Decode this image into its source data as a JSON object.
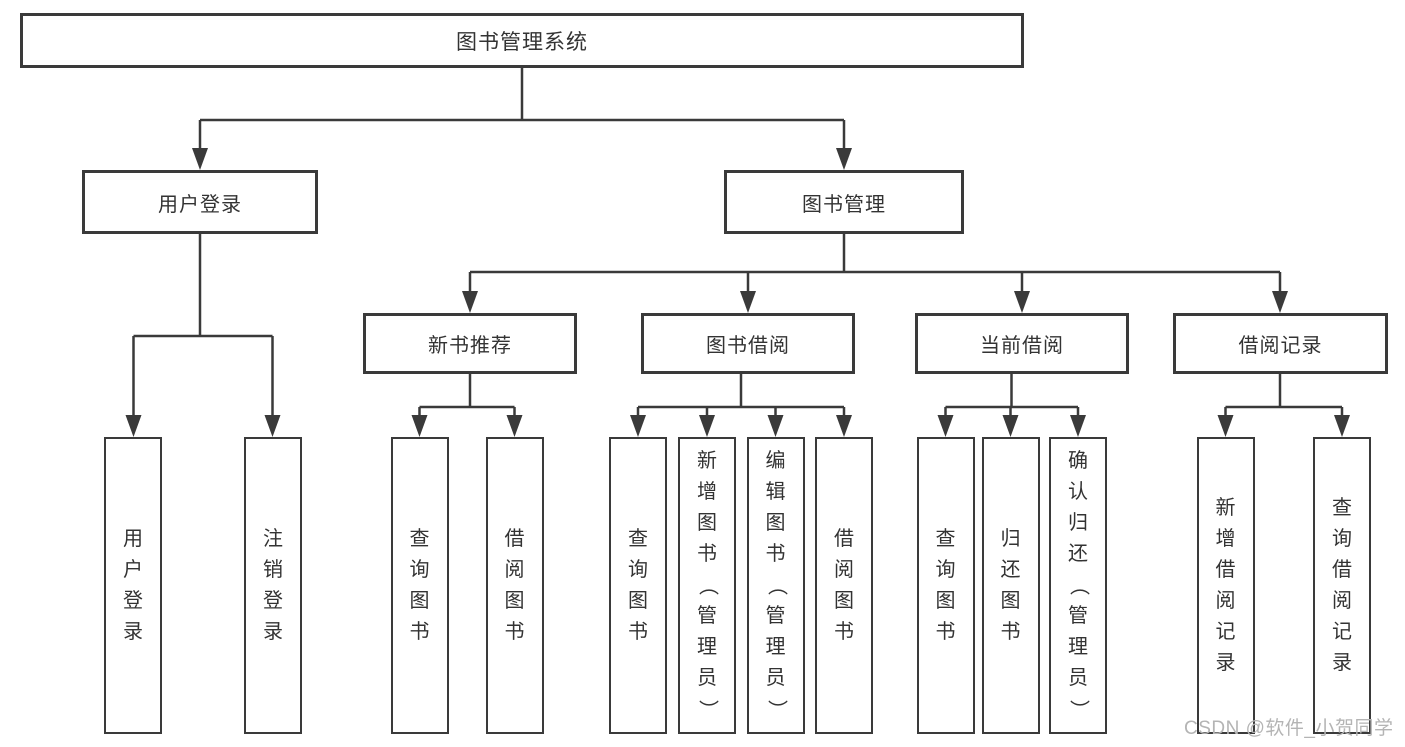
{
  "diagram": {
    "root": {
      "label": "图书管理系统",
      "children": [
        {
          "label": "用户登录",
          "children": [
            {
              "label": "用户登录"
            },
            {
              "label": "注销登录"
            }
          ]
        },
        {
          "label": "图书管理",
          "children": [
            {
              "label": "新书推荐",
              "children": [
                {
                  "label": "查询图书"
                },
                {
                  "label": "借阅图书"
                }
              ]
            },
            {
              "label": "图书借阅",
              "children": [
                {
                  "label": "查询图书"
                },
                {
                  "label": "新增图书（管理员）"
                },
                {
                  "label": "编辑图书（管理员）"
                },
                {
                  "label": "借阅图书"
                }
              ]
            },
            {
              "label": "当前借阅",
              "children": [
                {
                  "label": "查询图书"
                },
                {
                  "label": "归还图书"
                },
                {
                  "label": "确认归还（管理员）"
                }
              ]
            },
            {
              "label": "借阅记录",
              "children": [
                {
                  "label": "新增借阅记录"
                },
                {
                  "label": "查询借阅记录"
                }
              ]
            }
          ]
        }
      ]
    },
    "watermark": "CSDN @软件_小贺同学",
    "colors": {
      "line": "#3a3a3a",
      "text": "#333333",
      "box_fill": "#ffffff",
      "background": "#ffffff",
      "watermark": "#b4b4b4"
    }
  }
}
